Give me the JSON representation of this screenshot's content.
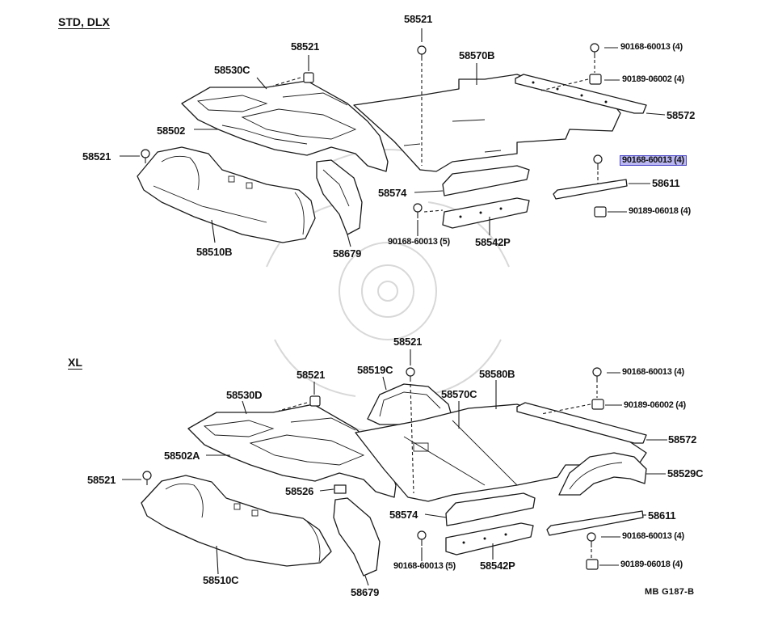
{
  "sections": {
    "top_title": "STD, DLX",
    "bottom_title": "XL"
  },
  "top_labels": {
    "p58521_top": "58521",
    "p58521_mid": "58521",
    "p58521_left": "58521",
    "p58530C": "58530C",
    "p58570B": "58570B",
    "p58502": "58502",
    "p58510B": "58510B",
    "p58679": "58679",
    "p58574": "58574",
    "p58542P": "58542P",
    "p58572": "58572",
    "p58611": "58611",
    "f90168_a": "90168-60013 (4)",
    "f90189_a": "90189-06002 (4)",
    "f90168_b": "90168-60013 (4)",
    "f90189_b": "90189-06018 (4)",
    "f90168_c": "90168-60013 (5)"
  },
  "bottom_labels": {
    "p58521_top": "58521",
    "p58521_mid": "58521",
    "p58521_left": "58521",
    "p58530D": "58530D",
    "p58519C": "58519C",
    "p58570C": "58570C",
    "p58580B": "58580B",
    "p58502A": "58502A",
    "p58526": "58526",
    "p58510C": "58510C",
    "p58679": "58679",
    "p58574": "58574",
    "p58542P": "58542P",
    "p58572": "58572",
    "p58529C": "58529C",
    "p58611": "58611",
    "f90168_a": "90168-60013 (4)",
    "f90189_a": "90189-06002 (4)",
    "f90168_b": "90168-60013 (4)",
    "f90189_b": "90189-06018 (4)",
    "f90168_c": "90168-60013 (5)"
  },
  "highlighted_part": "90168-60013 (4)",
  "figure_code": "MB  G187-B"
}
